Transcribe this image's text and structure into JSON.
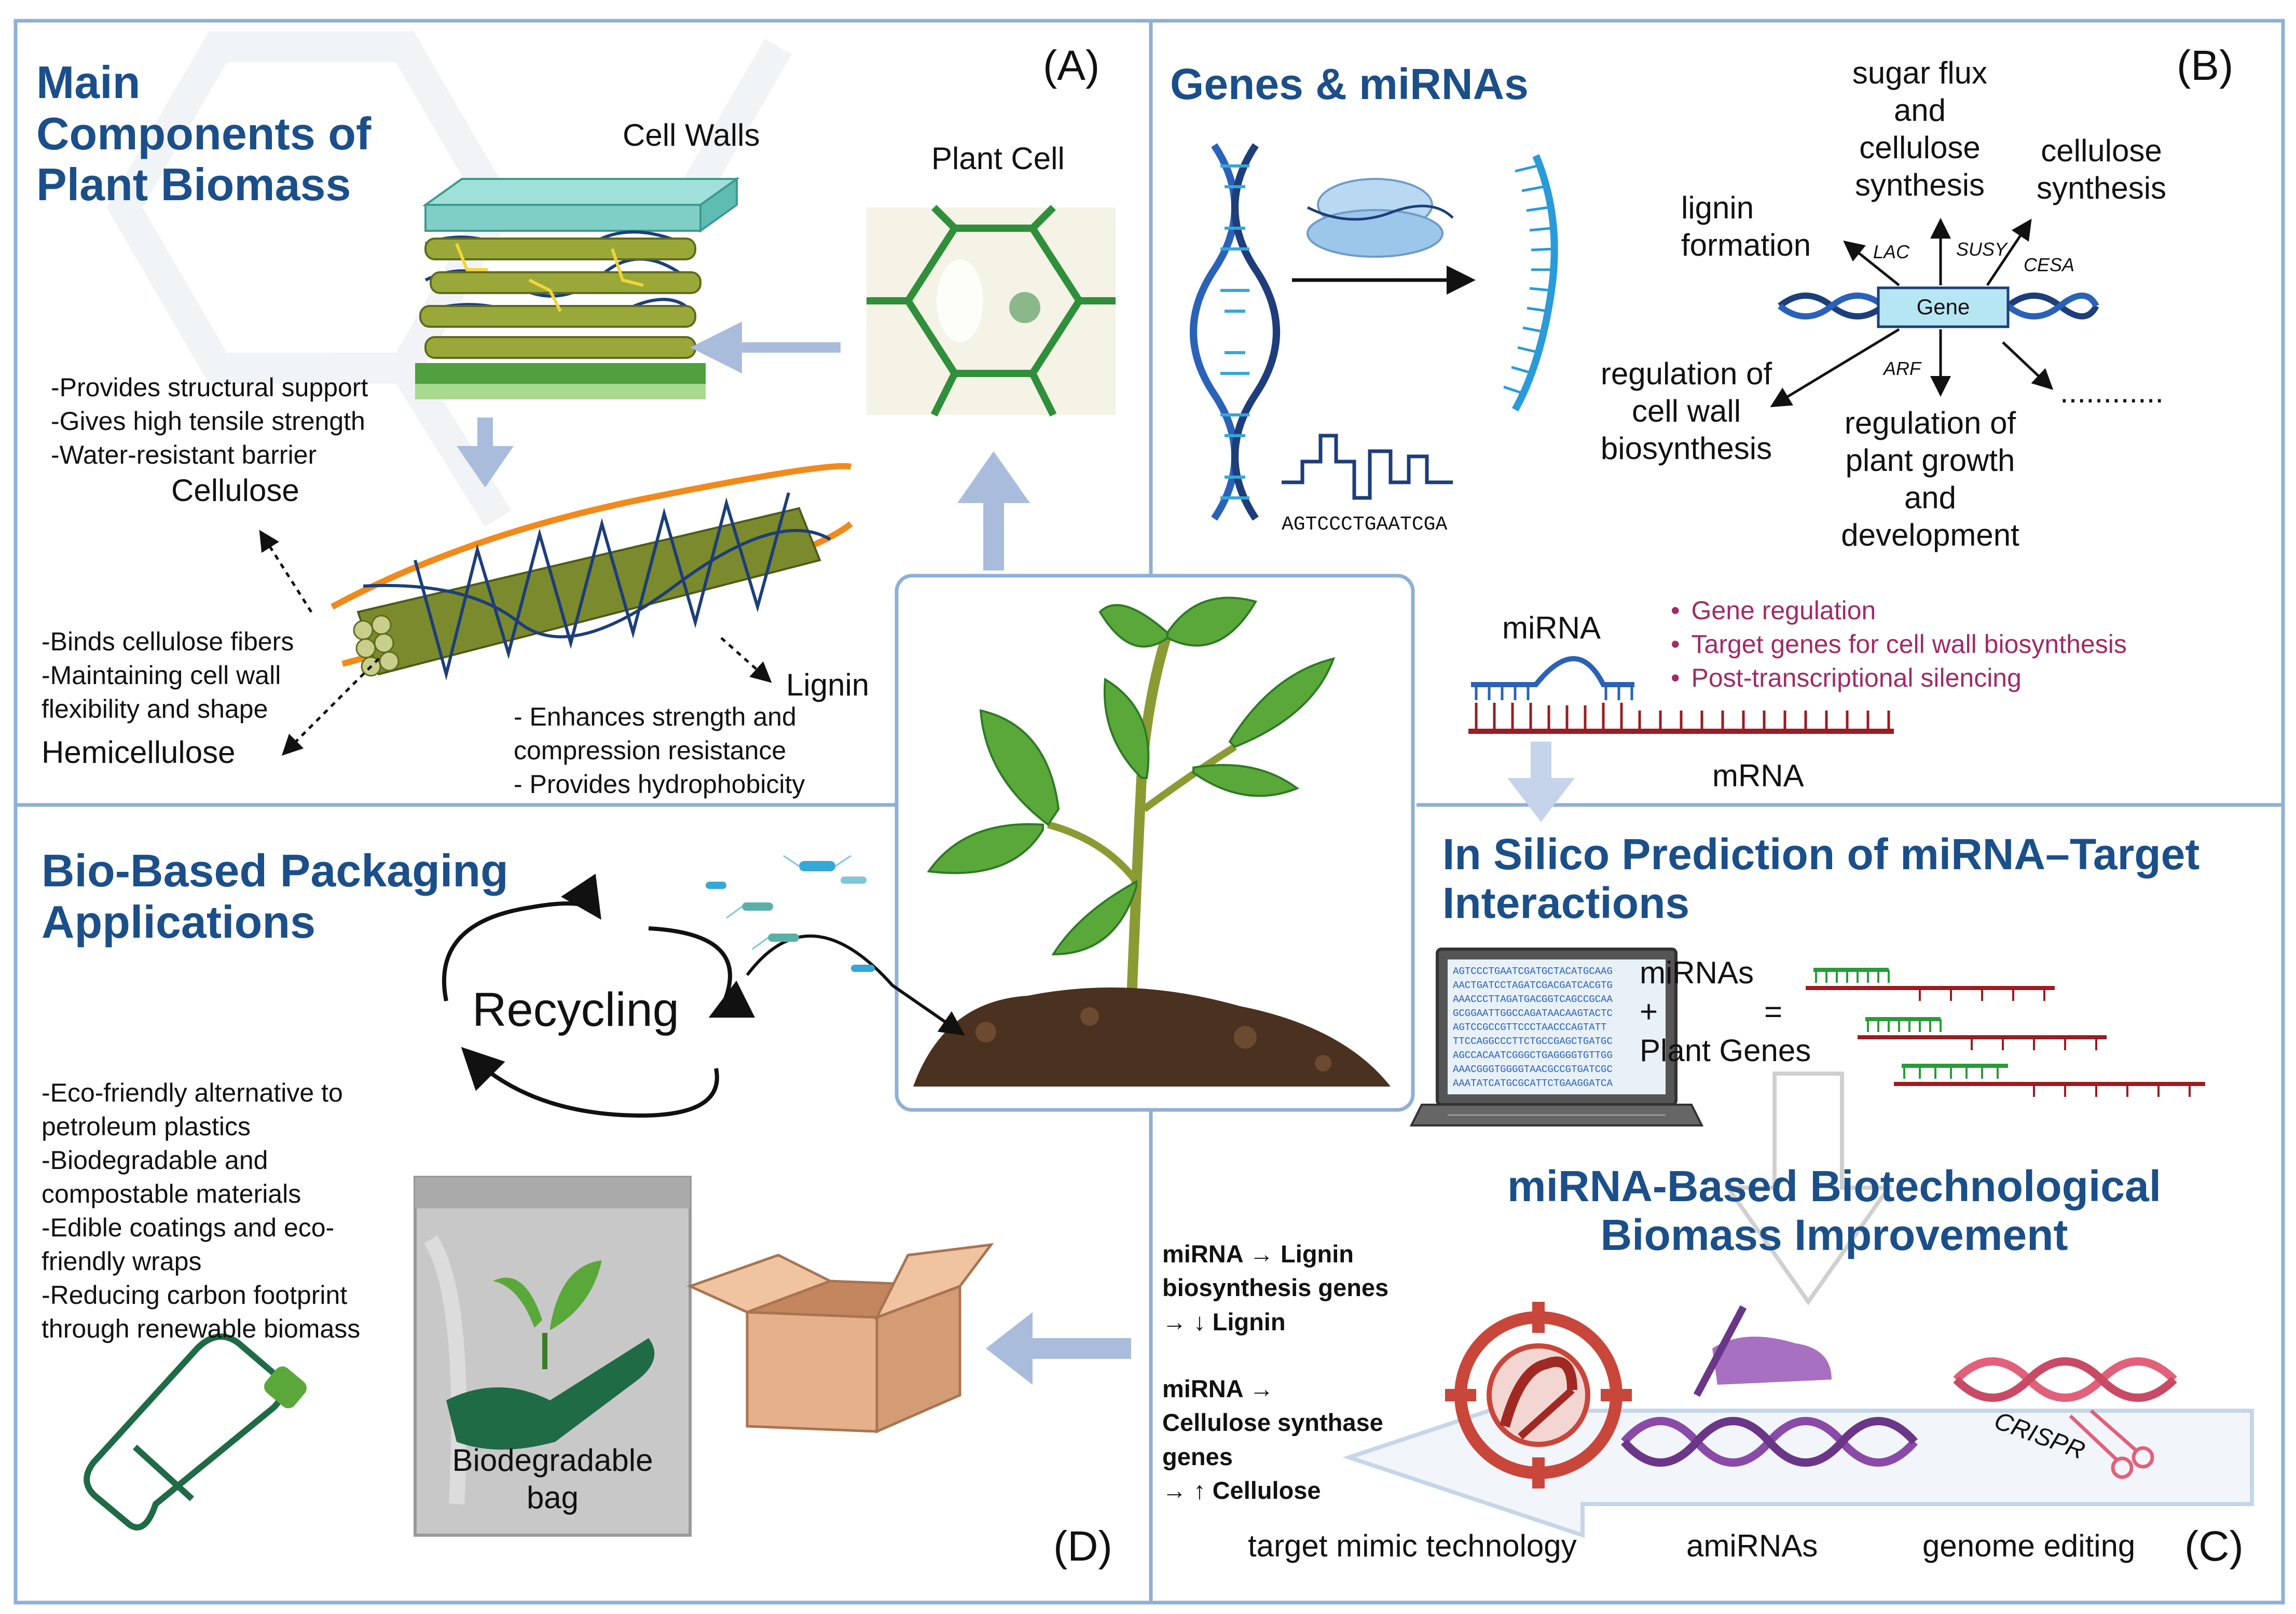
{
  "panelA": {
    "title_lines": [
      "Main",
      "Components of",
      "Plant Biomass"
    ],
    "tag": "(A)",
    "cell_walls_label": "Cell Walls",
    "plant_cell_label": "Plant Cell",
    "cellulose_props": [
      "-Provides structural support",
      "-Gives high tensile strength",
      "-Water-resistant barrier"
    ],
    "cellulose_label": "Cellulose",
    "hemicellulose_props": [
      "-Binds cellulose fibers",
      "-Maintaining cell wall",
      "flexibility and shape"
    ],
    "hemicellulose_label": "Hemicellulose",
    "lignin_label": "Lignin",
    "lignin_props": [
      "- Enhances strength and",
      "compression resistance",
      "- Provides hydrophobicity"
    ]
  },
  "panelB": {
    "title": "Genes & miRNAs",
    "tag": "(B)",
    "sequence": "AGTCCCTGAATCGA",
    "gene_label": "Gene",
    "outcomes": {
      "sugar_flux": [
        "sugar flux",
        "and",
        "cellulose",
        "synthesis"
      ],
      "cellulose_synthesis": [
        "cellulose",
        "synthesis"
      ],
      "lignin_formation": [
        "lignin",
        "formation"
      ],
      "regulation_cell_wall": [
        "regulation of",
        "cell wall",
        "biosynthesis"
      ],
      "regulation_growth": [
        "regulation of",
        "plant growth",
        "and",
        "development"
      ],
      "more": "............"
    },
    "gene_tags": {
      "lac": "LAC",
      "susy": "SUSY",
      "cesa": "CESA",
      "arf": "ARF"
    },
    "mirna_label": "miRNA",
    "mrna_label": "mRNA",
    "bullets": [
      "Gene regulation",
      "Target genes for cell wall biosynthesis",
      "Post-transcriptional silencing"
    ]
  },
  "panelC": {
    "insilico_title_lines": [
      "In Silico Prediction of miRNA–Target",
      "Interactions"
    ],
    "equation": {
      "mirnas": "miRNAs",
      "plus": "+",
      "plant_genes": "Plant Genes",
      "equals": "="
    },
    "laptop_lines": [
      "AGTCCCTGAATCGATGCTACATGCAAG",
      "AACTGATCCTAGATCGACGATCACGTG",
      "AAACCCTTAGATGACGGTCAGCCGCAA",
      "GCGGAATTGGCCAGATAACAAGTACTC",
      "AGTCCGCCGTTCCCTAACCCAGTATT",
      "TTCCAGGCCCTTCTGCCGAGCTGATGC",
      "AGCCACAATCGGGCTGAGGGGTGTTGG",
      "AAACGGGTGGGGTAACGCCGTGATCGC",
      "AAATATCATGCGCATTCTGAAGGATCA"
    ],
    "improvement_title_lines": [
      "miRNA-Based Biotechnological",
      "Biomass Improvement"
    ],
    "tech_labels": [
      "target mimic technology",
      "amiRNAs",
      "genome editing"
    ],
    "crispr_label": "CRISPR",
    "tag": "(C)"
  },
  "panelD": {
    "title_lines": [
      "Bio-Based Packaging",
      "Applications"
    ],
    "recycling_label": "Recycling",
    "benefits": [
      "-Eco-friendly alternative to",
      "petroleum plastics",
      "-Biodegradable and",
      "compostable materials",
      "-Edible coatings and eco-",
      "friendly wraps",
      "-Reducing carbon footprint",
      "through renewable biomass"
    ],
    "bag_label_lines": [
      "Biodegradable",
      "bag"
    ],
    "mirna_effects": [
      "miRNA → Lignin",
      "biosynthesis genes",
      "→ ↓ Lignin",
      "",
      "miRNA →",
      "Cellulose synthase",
      "genes",
      "→ ↑ Cellulose"
    ],
    "tag": "(D)"
  },
  "colors": {
    "title_blue": "#1b4f8a",
    "border_blue": "#8fb0d6",
    "arrow_blue": "#a9bcdc",
    "leaf_green": "#5aa83a",
    "cellulose_olive": "#7b8a2c",
    "lignin_navy": "#1d3e7a",
    "hemicellulose_orange": "#f08a1c",
    "mirna_magenta": "#a02b66",
    "mrna_red": "#9b1c22",
    "dna_blue": "#2a62b8",
    "mimic_red": "#c9463a",
    "amirna_purple": "#8a4aa8",
    "crispr_pink": "#e2607a"
  }
}
